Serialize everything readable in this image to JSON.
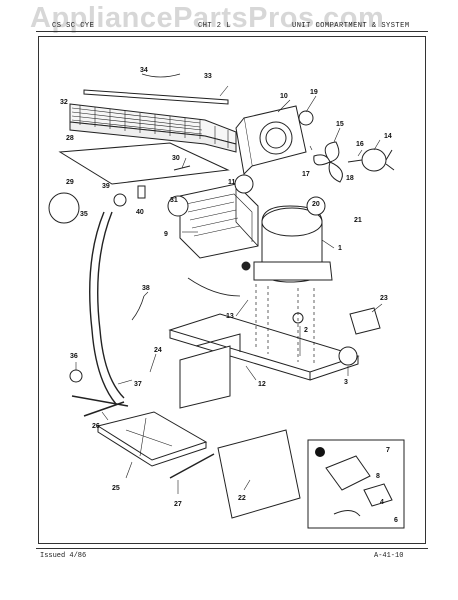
{
  "watermark": "AppliancePartsPros.com",
  "header": {
    "left": "CS SC CYE",
    "middle": "CHT 2 L",
    "right": "UNIT COMPARTMENT & SYSTEM"
  },
  "footer": {
    "issued": "Issued 4/86",
    "page": "A-41-10"
  },
  "part_labels": [
    "1",
    "2",
    "3",
    "4",
    "6",
    "7",
    "8",
    "9",
    "10",
    "11",
    "12",
    "13",
    "14",
    "15",
    "16",
    "17",
    "18",
    "19",
    "20",
    "21",
    "22",
    "23",
    "24",
    "25",
    "26",
    "27",
    "28",
    "29",
    "30",
    "31",
    "32",
    "33",
    "34",
    "35",
    "36",
    "37",
    "38",
    "39",
    "40"
  ]
}
